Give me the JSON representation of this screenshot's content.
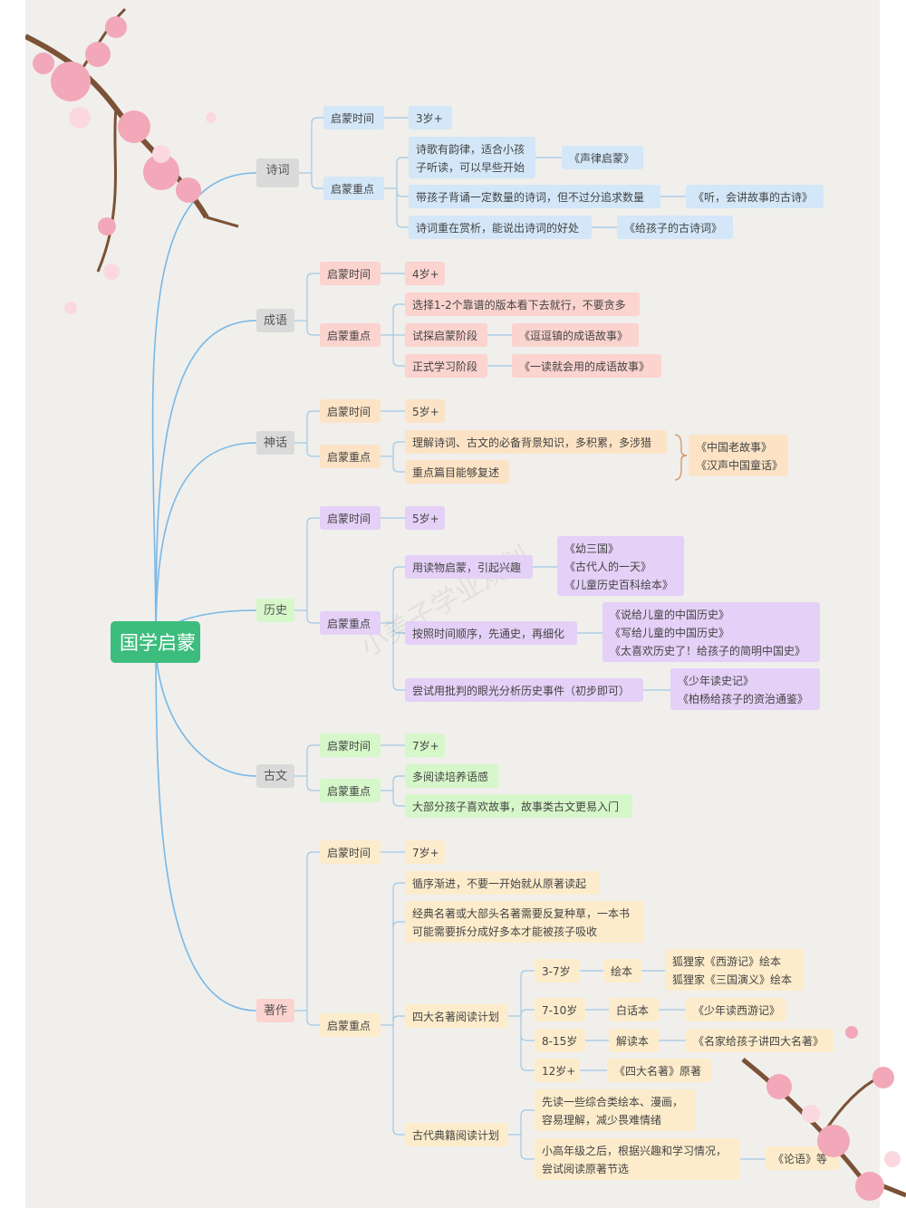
{
  "root": "国学启蒙",
  "watermark": "小美子学业规划",
  "colors": {
    "root": "#3dbd7d",
    "poetry": "#d3e7f8",
    "idiom": "#fbd3cf",
    "myth": "#fce3c5",
    "history": "#e5d0f7",
    "classical": "#d6f7c9",
    "works": "#fdeccb",
    "topic_gray": "#dadada",
    "link": "#79b8e6",
    "wood": "#7b5236",
    "blossom": "#f2a8b8"
  },
  "branches": {
    "poetry": {
      "title": "诗词",
      "time_label": "启蒙时间",
      "time": "3岁+",
      "focus_label": "启蒙重点",
      "p1": "诗歌有韵律，适合小孩\n子听读，可以早些开始",
      "b1": "《声律启蒙》",
      "p2": "带孩子背诵一定数量的诗词，但不过分追求数量",
      "b2": "《听，会讲故事的古诗》",
      "p3": "诗词重在赏析，能说出诗词的好处",
      "b3": "《给孩子的古诗词》"
    },
    "idiom": {
      "title": "成语",
      "time_label": "启蒙时间",
      "time": "4岁+",
      "focus_label": "启蒙重点",
      "p1": "选择1-2个靠谱的版本看下去就行，不要贪多",
      "p2": "试探启蒙阶段",
      "b2": "《逗逗镇的成语故事》",
      "p3": "正式学习阶段",
      "b3": "《一读就会用的成语故事》"
    },
    "myth": {
      "title": "神话",
      "time_label": "启蒙时间",
      "time": "5岁+",
      "focus_label": "启蒙重点",
      "p1": "理解诗词、古文的必备背景知识，多积累，多涉猎",
      "p2": "重点篇目能够复述",
      "books": "《中国老故事》\n《汉声中国童话》"
    },
    "history": {
      "title": "历史",
      "time_label": "启蒙时间",
      "time": "5岁+",
      "focus_label": "启蒙重点",
      "p1": "用读物启蒙，引起兴趣",
      "b1": "《幼三国》\n《古代人的一天》\n《儿童历史百科绘本》",
      "p2": "按照时间顺序，先通史，再细化",
      "b2": "《说给儿童的中国历史》\n《写给儿童的中国历史》\n《太喜欢历史了！给孩子的简明中国史》",
      "p3": "尝试用批判的眼光分析历史事件（初步即可）",
      "b3": "《少年读史记》\n《柏杨给孩子的资治通鉴》"
    },
    "classical": {
      "title": "古文",
      "time_label": "启蒙时间",
      "time": "7岁+",
      "focus_label": "启蒙重点",
      "p1": "多阅读培养语感",
      "p2": "大部分孩子喜欢故事，故事类古文更易入门"
    },
    "works": {
      "title": "著作",
      "time_label": "启蒙时间",
      "time": "7岁+",
      "focus_label": "启蒙重点",
      "p1": "循序渐进，不要一开始就从原著读起",
      "p2": "经典名著或大部头名著需要反复种草，一本书\n可能需要拆分成好多本才能被孩子吸收",
      "plan": "四大名著阅读计划",
      "age1": "3-7岁",
      "form1": "绘本",
      "book1": "狐狸家《西游记》绘本\n狐狸家《三国演义》绘本",
      "age2": "7-10岁",
      "form2": "白话本",
      "book2": "《少年读西游记》",
      "age3": "8-15岁",
      "form3": "解读本",
      "book3": "《名家给孩子讲四大名著》",
      "age4": "12岁+",
      "book4": "《四大名著》原著",
      "ancient": "古代典籍阅读计划",
      "a1": "先读一些综合类绘本、漫画，\n容易理解，减少畏难情绪",
      "a2": "小高年级之后，根据兴趣和学习情况，\n尝试阅读原著节选",
      "a2book": "《论语》等"
    }
  }
}
